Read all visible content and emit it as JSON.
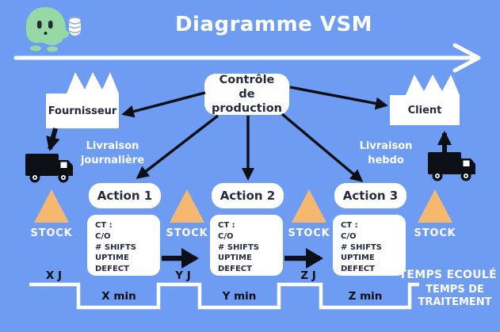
{
  "header": {
    "title": "Diagramme VSM"
  },
  "icons": {
    "logo": "mascot-ghost-icon",
    "supplier": "factory-icon",
    "client": "factory-icon",
    "inbound_transport": "truck-icon",
    "outbound_transport": "truck-icon",
    "stock": "inventory-triangle-icon",
    "flow": "arrow-icon"
  },
  "nodes": {
    "supplier": {
      "label": "Fournisseur"
    },
    "production_control": {
      "label": "Contrôle de production"
    },
    "client": {
      "label": "Client"
    }
  },
  "deliveries": {
    "inbound": "Livraison journalière",
    "outbound": "Livraison hebdo"
  },
  "processes": [
    {
      "label": "Action 1"
    },
    {
      "label": "Action 2"
    },
    {
      "label": "Action 3"
    }
  ],
  "metrics": [
    "CT :",
    "C/O",
    "# SHIFTS",
    "UPTIME",
    "DEFECT"
  ],
  "stock_label": "STOCK",
  "timeline": {
    "wait_times": [
      "X J",
      "Y J",
      "Z J"
    ],
    "process_times": [
      "X min",
      "Y min",
      "Z min"
    ],
    "elapsed_label": "TEMPS ECOULÉ",
    "processing_label": "TEMPS DE TRAITEMENT"
  },
  "colors": {
    "background": "#6D9CF2",
    "box_fill": "#FFFFFF",
    "box_text": "#272B40",
    "label_dark": "#0C0E15",
    "stock_orange": "#F6B86F",
    "mascot_green": "#97D9A5",
    "arrow_black": "#0D0F16"
  }
}
